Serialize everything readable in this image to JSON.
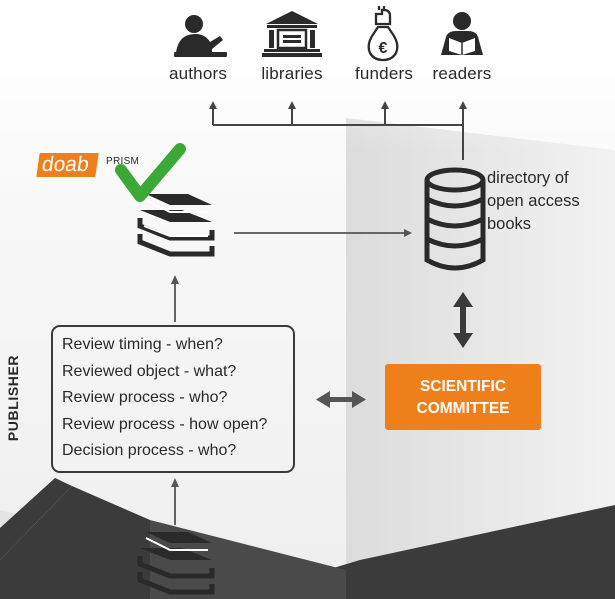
{
  "audiences": [
    {
      "label": "authors",
      "icon": "author-icon"
    },
    {
      "label": "libraries",
      "icon": "library-icon"
    },
    {
      "label": "funders",
      "icon": "funder-icon"
    },
    {
      "label": "readers",
      "icon": "reader-icon"
    }
  ],
  "directory": {
    "label": "directory of\nopen access\nbooks",
    "icon": "database-icon"
  },
  "logos": {
    "doab": "doab",
    "prism": "PRISM"
  },
  "review_box": {
    "items": [
      "Review timing - when?",
      "Reviewed object - what?",
      "Review process - who?",
      "Review process - how open?",
      "Decision process - who?"
    ]
  },
  "committee": {
    "label": "SCIENTIFIC\nCOMMITTEE"
  },
  "publisher": {
    "label": "PUBLISHER"
  },
  "colors": {
    "accent": "#ef7f1a",
    "check": "#3aa935",
    "ink": "#2a2a2a",
    "dark_band": "#3b3b3b"
  }
}
